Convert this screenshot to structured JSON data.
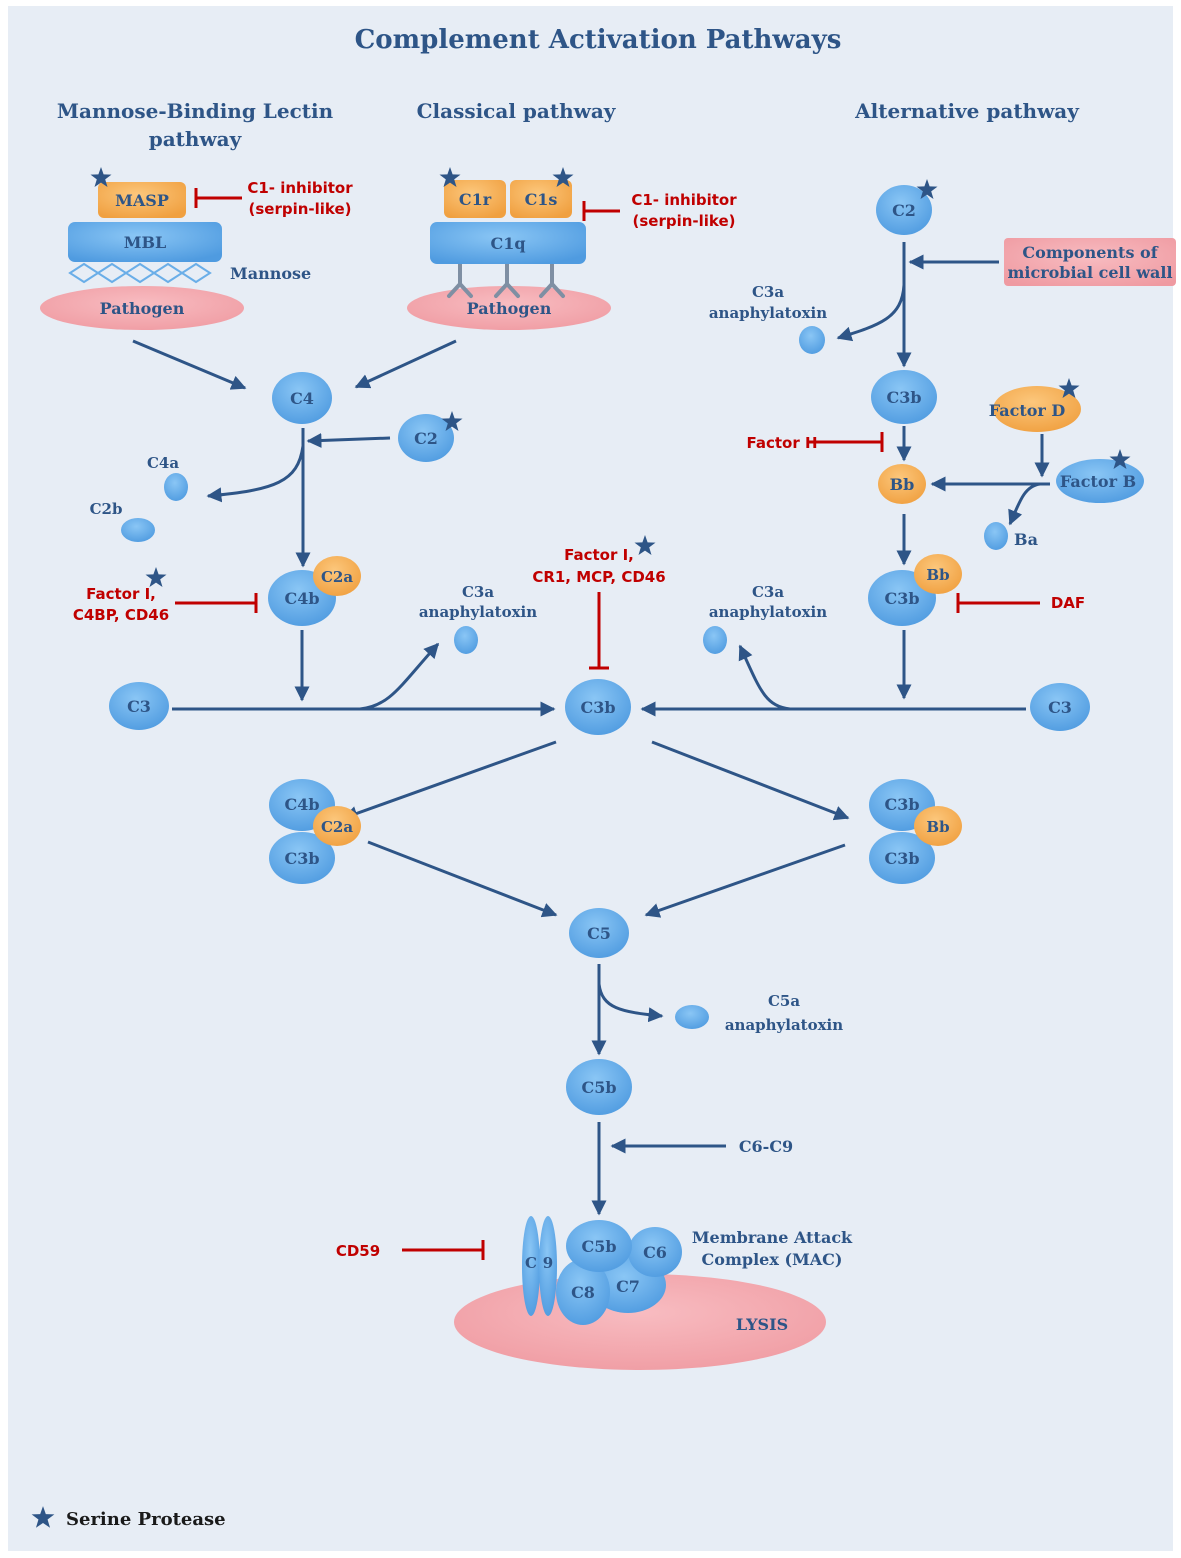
{
  "title": "Complement Activation Pathways",
  "colors": {
    "background": "#e7edf5",
    "protein_blue": "#6aaee8",
    "protein_orange": "#f7b05b",
    "pathogen_pink": "#f3a4aa",
    "text_blue": "#2e5587",
    "inhibitor_red": "#c00000",
    "antibody_gray": "#7f8fa3"
  },
  "pathways": {
    "lectin": {
      "title_line1": "Mannose-Binding Lectin",
      "title_line2": "pathway"
    },
    "classical": {
      "title": "Classical pathway"
    },
    "alternative": {
      "title": "Alternative pathway"
    }
  },
  "molecules": {
    "masp": "MASP",
    "mbl": "MBL",
    "mannose": "Mannose",
    "pathogen": "Pathogen",
    "c1r": "C1r",
    "c1s": "C1s",
    "c1q": "C1q",
    "c4": "C4",
    "c2": "C2",
    "c4a": "C4a",
    "c2b": "C2b",
    "c4b": "C4b",
    "c2a": "C2a",
    "c3": "C3",
    "c3b": "C3b",
    "c3a_line1": "C3a",
    "c3a_line2": "anaphylatoxin",
    "bb": "Bb",
    "ba": "Ba",
    "factor_b": "Factor B",
    "factor_d": "Factor D",
    "microbial_line1": "Components of",
    "microbial_line2": "microbial cell wall",
    "c5": "C5",
    "c5b": "C5b",
    "c5a_line1": "C5a",
    "c5a_line2": "anaphylatoxin",
    "c6_c9": "C6-C9",
    "c6": "C6",
    "c7": "C7",
    "c8": "C8",
    "c9_left": "C",
    "c9_right": "9",
    "mac_line1": "Membrane Attack",
    "mac_line2": "Complex (MAC)",
    "lysis": "LYSIS"
  },
  "inhibitors": {
    "c1_inh_line1": "C1- inhibitor",
    "c1_inh_line2": "(serpin-like)",
    "factor_i_lectin_line1": "Factor I,",
    "factor_i_lectin_line2": "C4BP, CD46",
    "factor_i_center_line1": "Factor I,",
    "factor_i_center_line2": "CR1, MCP, CD46",
    "factor_h": "Factor H",
    "daf": "DAF",
    "cd59": "CD59"
  },
  "legend": {
    "icon": "star-icon",
    "label": "Serine Protease"
  }
}
